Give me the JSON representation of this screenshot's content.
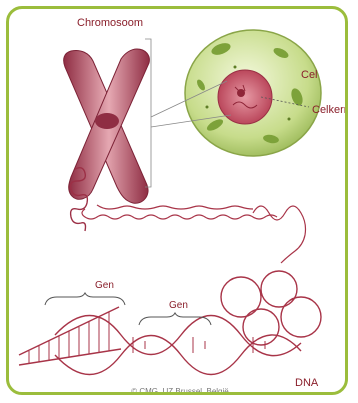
{
  "labels": {
    "chromosome": "Chromosoom",
    "cell": "Cel",
    "nucleus": "Celkern",
    "gene1": "Gen",
    "gene2": "Gen",
    "dna": "DNA"
  },
  "footer": {
    "copyright": "© CMG, UZ Brussel, België"
  },
  "colors": {
    "frame": "#9bbd3c",
    "chromosome": "#b5475d",
    "cell": "#b8d27a",
    "nucleus": "#cc5a6b",
    "dna": "#a83448",
    "label": "#8a1f2b"
  }
}
